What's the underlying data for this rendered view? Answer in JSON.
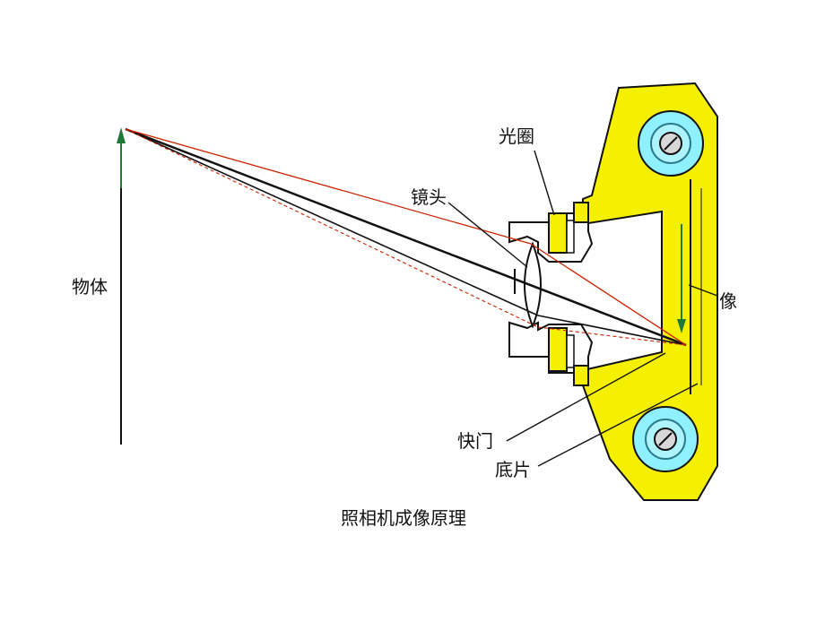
{
  "diagram": {
    "caption": "照相机成像原理",
    "labels": {
      "object": "物体",
      "lens": "镜头",
      "aperture": "光圈",
      "image": "像",
      "shutter": "快门",
      "film": "底片"
    }
  },
  "colors": {
    "camera_body": "#f5f000",
    "body_outline": "#111111",
    "reel_outer": "#8ff0ff",
    "reel_inner": "#d8d8d8",
    "ray_black": "#111111",
    "ray_red": "#cc2200",
    "arrow_green": "#1f7a3a"
  }
}
